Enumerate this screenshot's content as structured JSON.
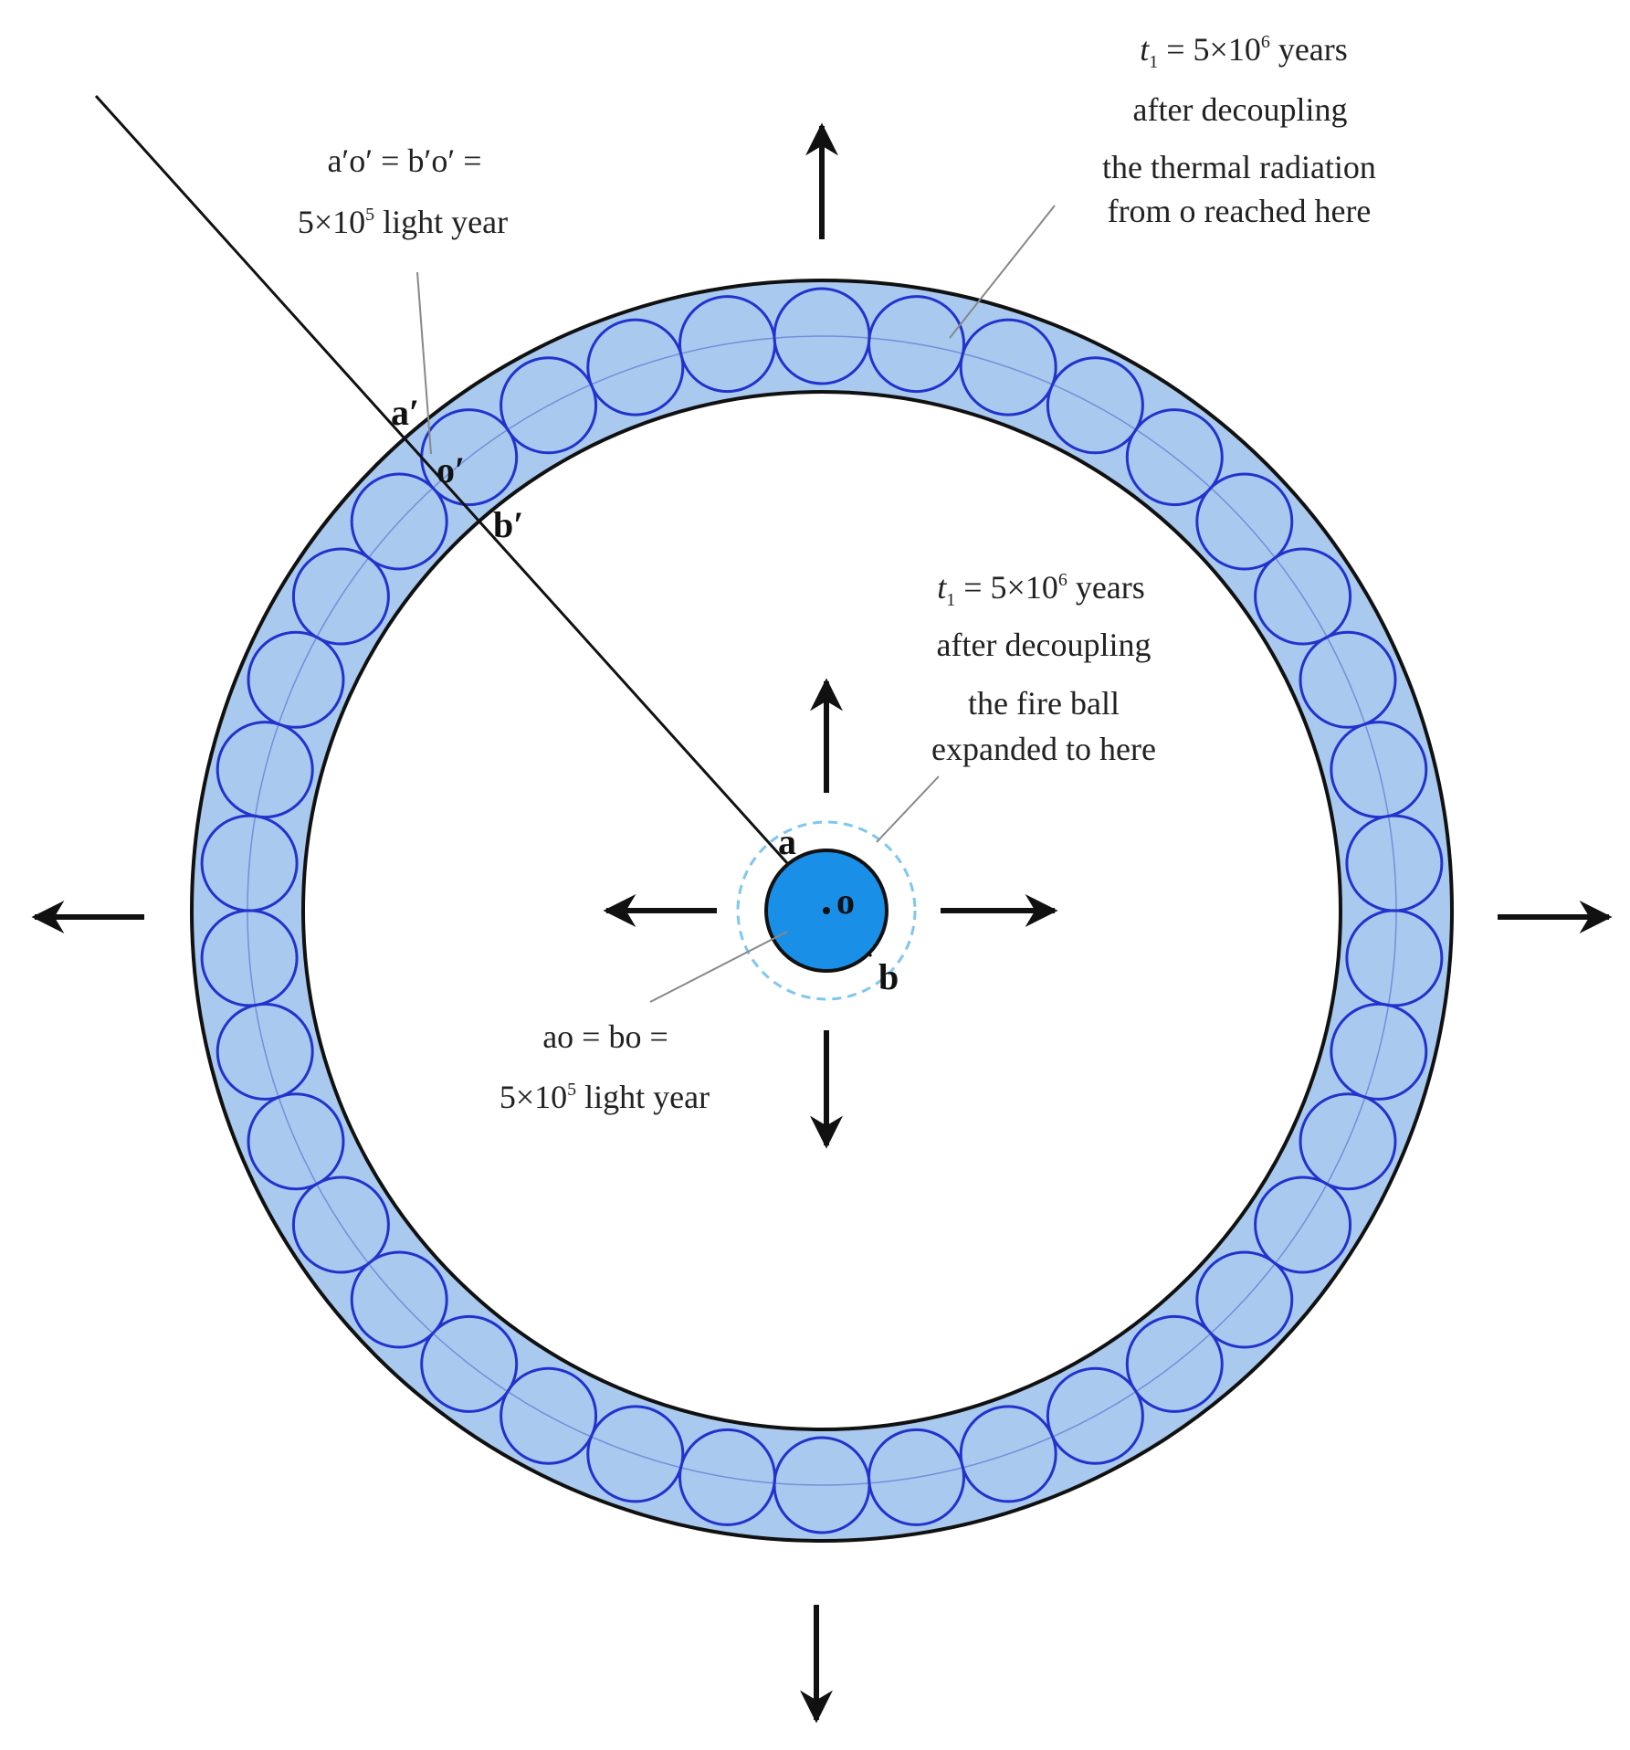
{
  "labels": {
    "outer_time": "t",
    "outer_time_sub": "1",
    "outer_time_rest": " = 5×10",
    "outer_time_exp": "6",
    "outer_time_unit": " years",
    "outer_line2": "after decoupling",
    "outer_line3": "the thermal radiation",
    "outer_line4": "from o reached here",
    "inner_time": "t",
    "inner_time_sub": "1",
    "inner_time_rest": " = 5×10",
    "inner_time_exp": "6",
    "inner_time_unit": " years",
    "inner_line2": "after decoupling",
    "inner_line3": "the fire ball",
    "inner_line4": "expanded to here",
    "prime_eq": "a′o′ = b′o′ =",
    "prime_dist": "5×10",
    "prime_dist_exp": "5",
    "prime_dist_unit": " light year",
    "center_eq": "ao = bo =",
    "center_dist": "5×10",
    "center_dist_exp": "5",
    "center_dist_unit": " light year"
  },
  "points": {
    "a_prime": "a′",
    "o_prime": "o′",
    "b_prime": "b′",
    "a": "a",
    "o": "o",
    "b": "b"
  },
  "colors": {
    "ring_fill": "#a9c9ef",
    "small_circle_stroke": "#2233cc",
    "fireball_fill": "#1a8fe8",
    "dashed_halo": "#7fc6f0",
    "outline": "#111111",
    "leader": "#888888"
  }
}
